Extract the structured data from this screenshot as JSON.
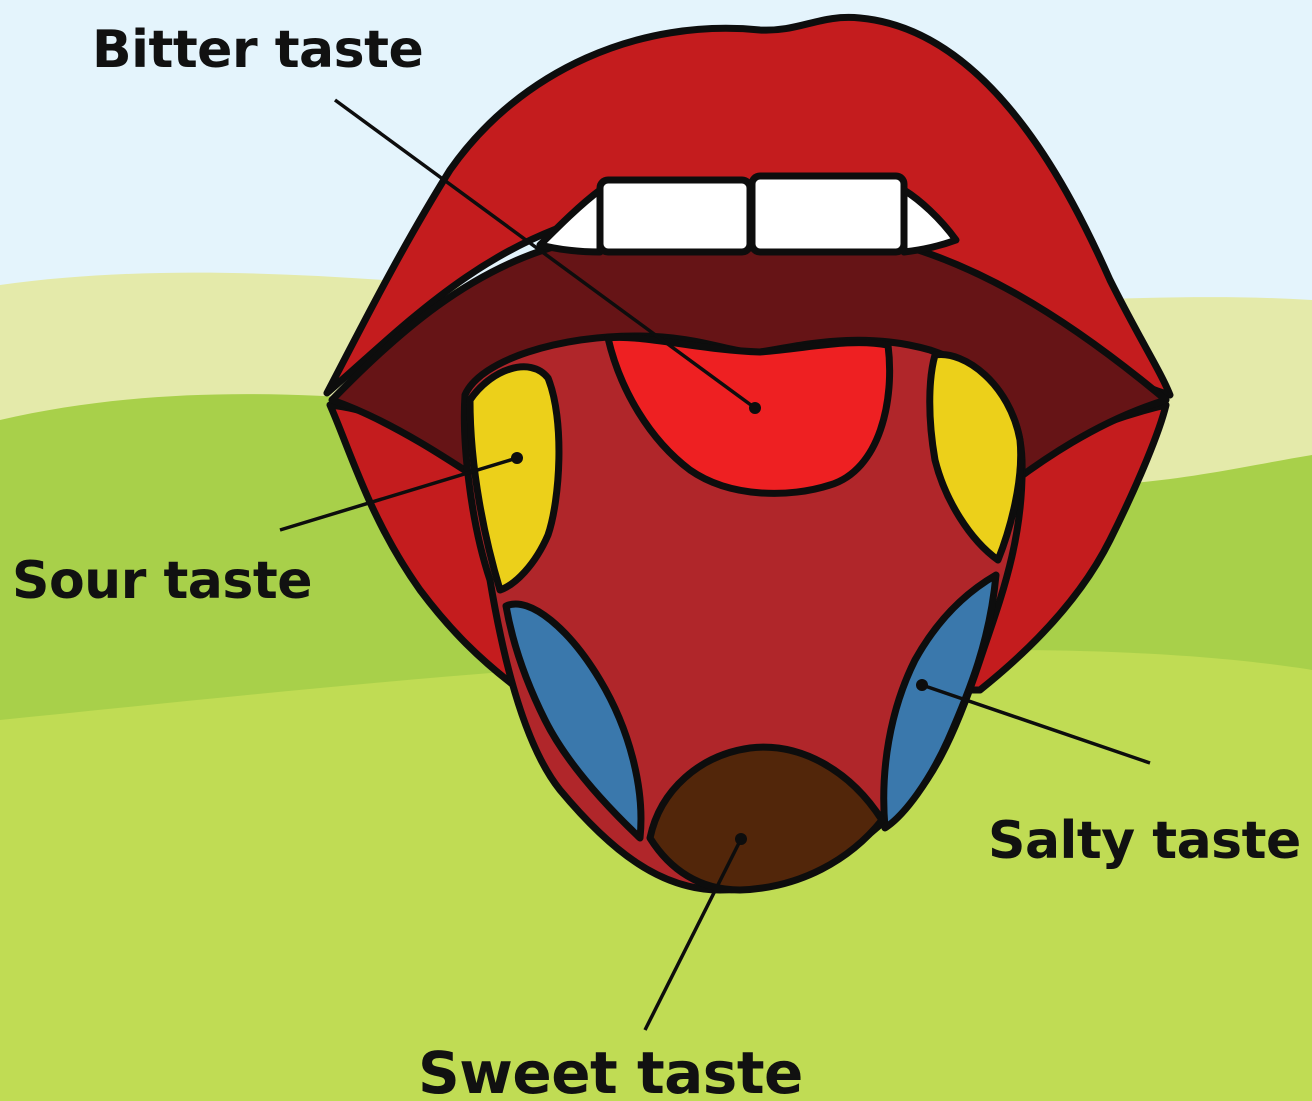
{
  "labels": {
    "bitter": "Bitter taste",
    "sour": "Sour taste",
    "salty": "Salty taste",
    "sweet": "Sweet taste"
  },
  "colors": {
    "sky": "#e4f4fc",
    "hill_light": "#e4eaaa",
    "hill_mid": "#a8d04a",
    "hill_front": "#c0dc54",
    "lip": "#c41c1e",
    "mouth_inside": "#661416",
    "teeth": "#ffffff",
    "tongue": "#b0262a",
    "bitter_zone": "#ee2022",
    "sour_zone": "#ecd01a",
    "salty_zone": "#3a78ac",
    "sweet_zone": "#52260a",
    "outline": "#0d0d0d"
  },
  "icons": [
    "lips",
    "teeth",
    "tongue"
  ]
}
